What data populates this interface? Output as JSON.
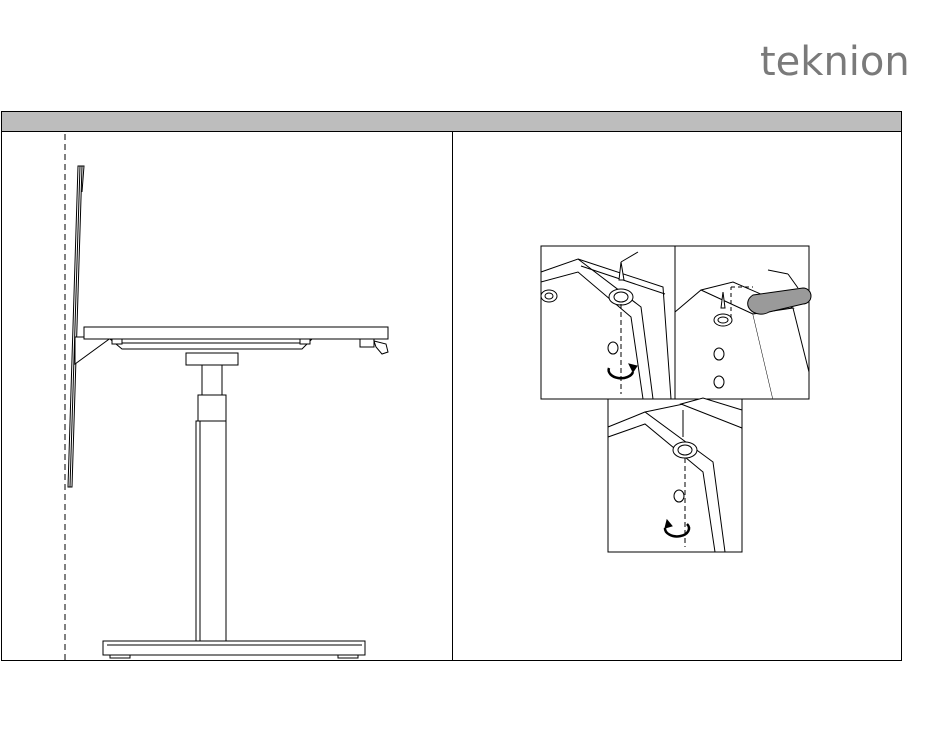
{
  "brand": {
    "logo_text": "teknion"
  },
  "colors": {
    "header_bar": "#bdbdbd",
    "line": "#000000",
    "logo": "#7a7a7a"
  },
  "figures": {
    "left": {
      "icon": "desk-with-wall-panel-side-view"
    },
    "right": {
      "icons": [
        "screw-loosen-detail",
        "tool-insert-detail",
        "screw-tighten-detail"
      ]
    }
  }
}
